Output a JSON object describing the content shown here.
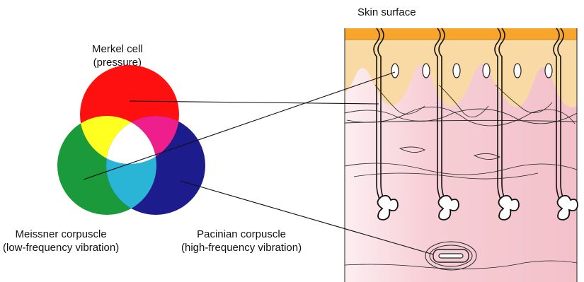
{
  "diagram": {
    "skin_label": "Skin surface",
    "merkel": {
      "title": "Merkel cell",
      "subtitle": "(pressure)",
      "color": "#ff1010"
    },
    "meissner": {
      "title": "Meissner corpuscle",
      "subtitle": "(low-frequency vibration)",
      "color": "#1a9a3a"
    },
    "pacinian": {
      "title": "Pacinian corpuscle",
      "subtitle": "(high-frequency vibration)",
      "color": "#1c1c8c"
    },
    "overlap_colors": {
      "red_green": "#ffff20",
      "red_blue": "#ee1e8c",
      "green_blue": "#2ab4d6",
      "center": "#ffffff"
    },
    "skin_colors": {
      "epidermis": "#f7a52b",
      "dermis": "#f7cfd6",
      "papillae": "#f9d9a4"
    }
  }
}
